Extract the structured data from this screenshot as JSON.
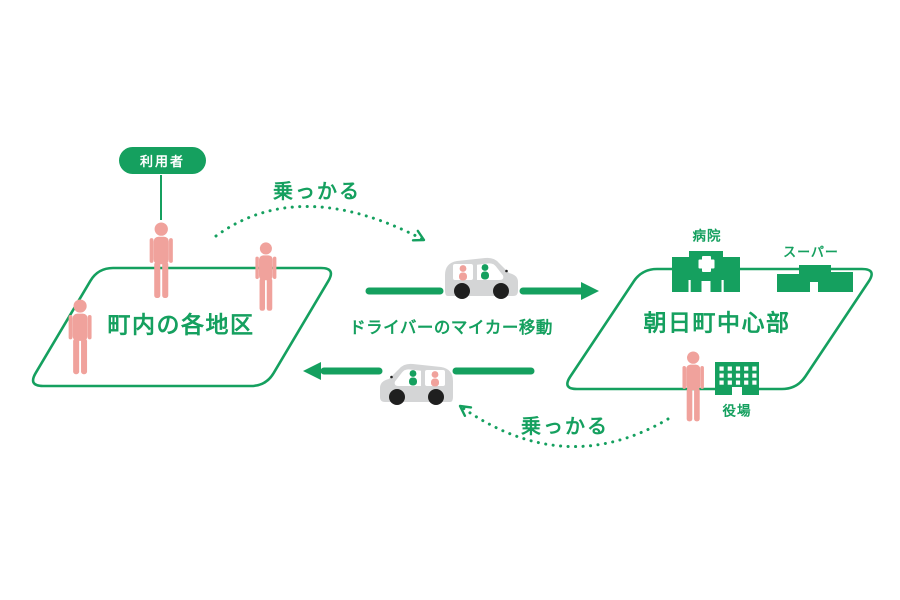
{
  "colors": {
    "green": "#15a05f",
    "pink": "#f0a29c",
    "car_body": "#d4d5d6",
    "wheel": "#1f1f1f",
    "background": "#ffffff",
    "badge_text": "#ffffff"
  },
  "badge": {
    "label": "利用者"
  },
  "left_area": {
    "label": "町内の各地区"
  },
  "right_area": {
    "label": "朝日町中心部",
    "pois": {
      "hospital": "病院",
      "supermarket": "スーパー",
      "town_hall": "役場"
    }
  },
  "flows": {
    "center_caption": "ドライバーのマイカー移動",
    "ride_on_top": "乗っかる",
    "ride_on_bottom": "乗っかる"
  }
}
